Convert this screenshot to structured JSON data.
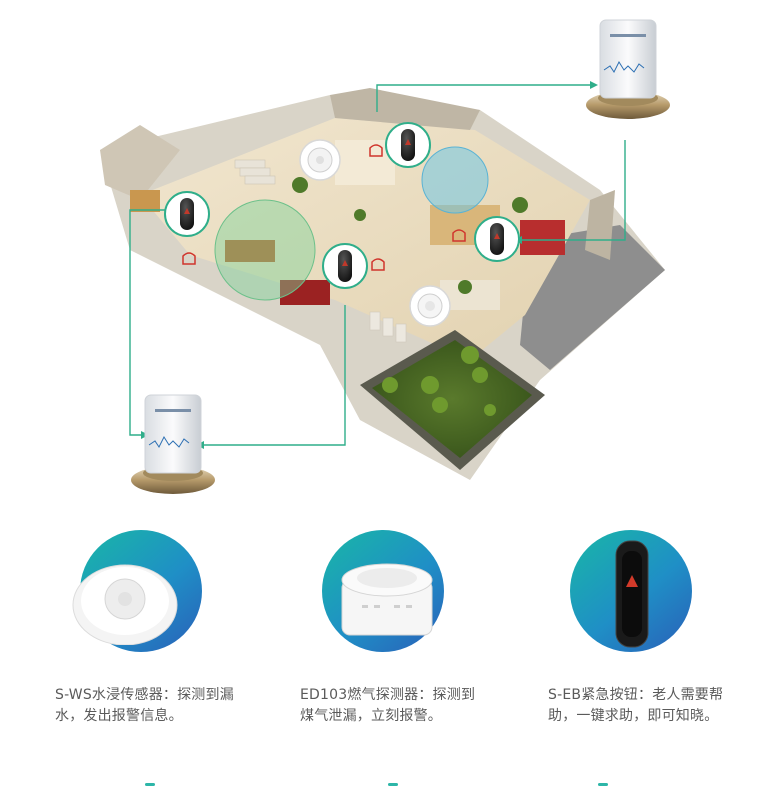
{
  "header": {
    "text": ""
  },
  "scene": {
    "icons": {
      "gateway": "gateway-hub-icon",
      "button": "emergency-button-icon",
      "smoke": "smoke-sensor-icon",
      "gas": "gas-detector-icon",
      "press": "press-hand-icon"
    },
    "colors": {
      "link_line": "#2fae8a",
      "zone_green": "#7fd39a",
      "zone_blue": "#6fc6e4"
    }
  },
  "products": [
    {
      "desc": "S-WS水浸传感器：探测到漏水，发出报警信息。"
    },
    {
      "desc": "ED103燃气探测器：探测到煤气泄漏，立刻报警。"
    },
    {
      "desc": "S-EB紧急按钮：老人需要帮助，一键求助，即可知晓。"
    }
  ],
  "colors": {
    "accent": "#1f8fc6",
    "teal": "#19b7a6",
    "text": "#5a5a5a"
  }
}
